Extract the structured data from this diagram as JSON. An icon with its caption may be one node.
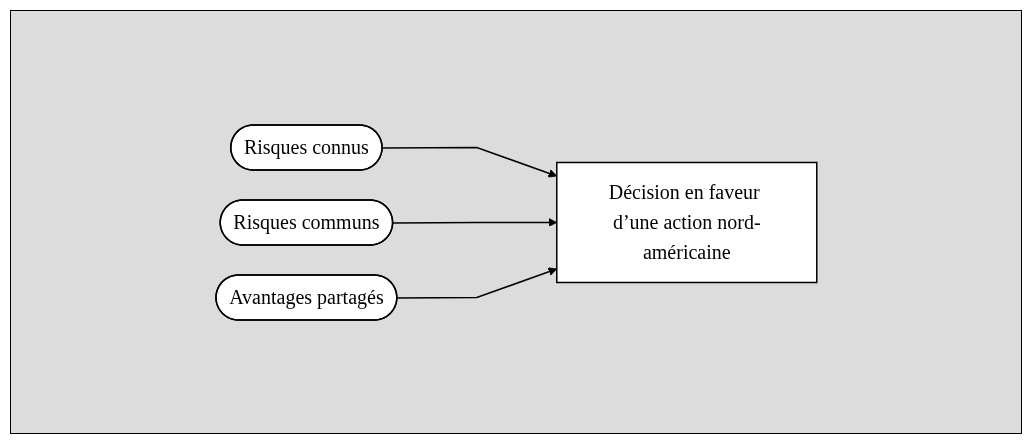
{
  "diagram": {
    "nodes": [
      {
        "text": [
          "Risques connus"
        ]
      },
      {
        "text": [
          "Risques communs"
        ]
      },
      {
        "text": [
          "Avantages partagés"
        ]
      },
      {
        "text": [
          "Décision en faveur d’une action nord-américaine"
        ]
      }
    ],
    "edges": [
      {
        "from": 0,
        "to": 3,
        "arrow": "to"
      },
      {
        "from": 1,
        "to": 3,
        "arrow": "to"
      },
      {
        "from": 2,
        "to": 3,
        "arrow": "to"
      }
    ]
  }
}
